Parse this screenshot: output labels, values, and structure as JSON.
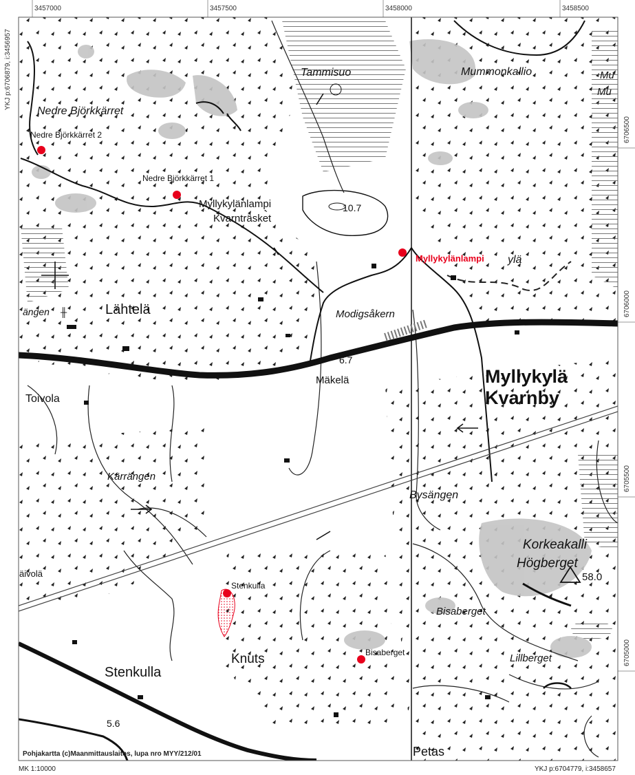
{
  "coordinates": {
    "top_ticks": [
      "3457000",
      "3457500",
      "3458000",
      "3458500"
    ],
    "right_ticks": [
      "6706500",
      "6706000",
      "6705500",
      "6705000"
    ],
    "top_left_label": "YKJ p:6706879, i:3456957",
    "bottom_right_label": "YKJ p:6704779, i:3458657"
  },
  "footer": {
    "scale": "MK 1:10000",
    "copyright": "Pohjakartta (c)Maanmittauslaitos, lupa nro MYY/212/01"
  },
  "places": {
    "nedre_bjorkkarret": "Nedre Björkkärret",
    "tammisuo": "Tammisuo",
    "mummonkallio": "Mummonkallio",
    "mu1": "Mu",
    "mu2": "Mu",
    "myllykylanlampi": "Myllykylänlampi",
    "kvarntrasket": "Kvarnträsket",
    "spot_107": "10.7",
    "yla": "ylä",
    "angen": "ängen",
    "lahtela": "Lähtelä",
    "modigsakern": "Modigsåkern",
    "spot_67": "6.7",
    "makela": "Mäkelä",
    "myllykyla": "Myllykylä",
    "kvarnby": "Kvarnby",
    "toivola": "Toivola",
    "karrangen": "Kärrängen",
    "bysangen": "Bysängen",
    "korkeakalli": "Korkeakalli",
    "hogberget": "Högberget",
    "spot_580": "58.0",
    "aivola": "äivolä",
    "bisaberget": "Bisaberget",
    "lillberget": "Lillberget",
    "stenkulla": "Stenkulla",
    "knuts": "Knuts",
    "spot_56": "5.6",
    "petas": "Petas"
  },
  "sites": [
    {
      "label": "Nedre Björkkärret 2",
      "highlight": false
    },
    {
      "label": "Nedre Björkkärret 1",
      "highlight": false
    },
    {
      "label": "Myllykylänlampi",
      "highlight": true
    },
    {
      "label": "Stenkulla",
      "highlight": false
    },
    {
      "label": "Bisaberget",
      "highlight": false
    }
  ],
  "colors": {
    "marker": "#e8001c",
    "rock": "#bdbdbd",
    "ink": "#111111"
  }
}
